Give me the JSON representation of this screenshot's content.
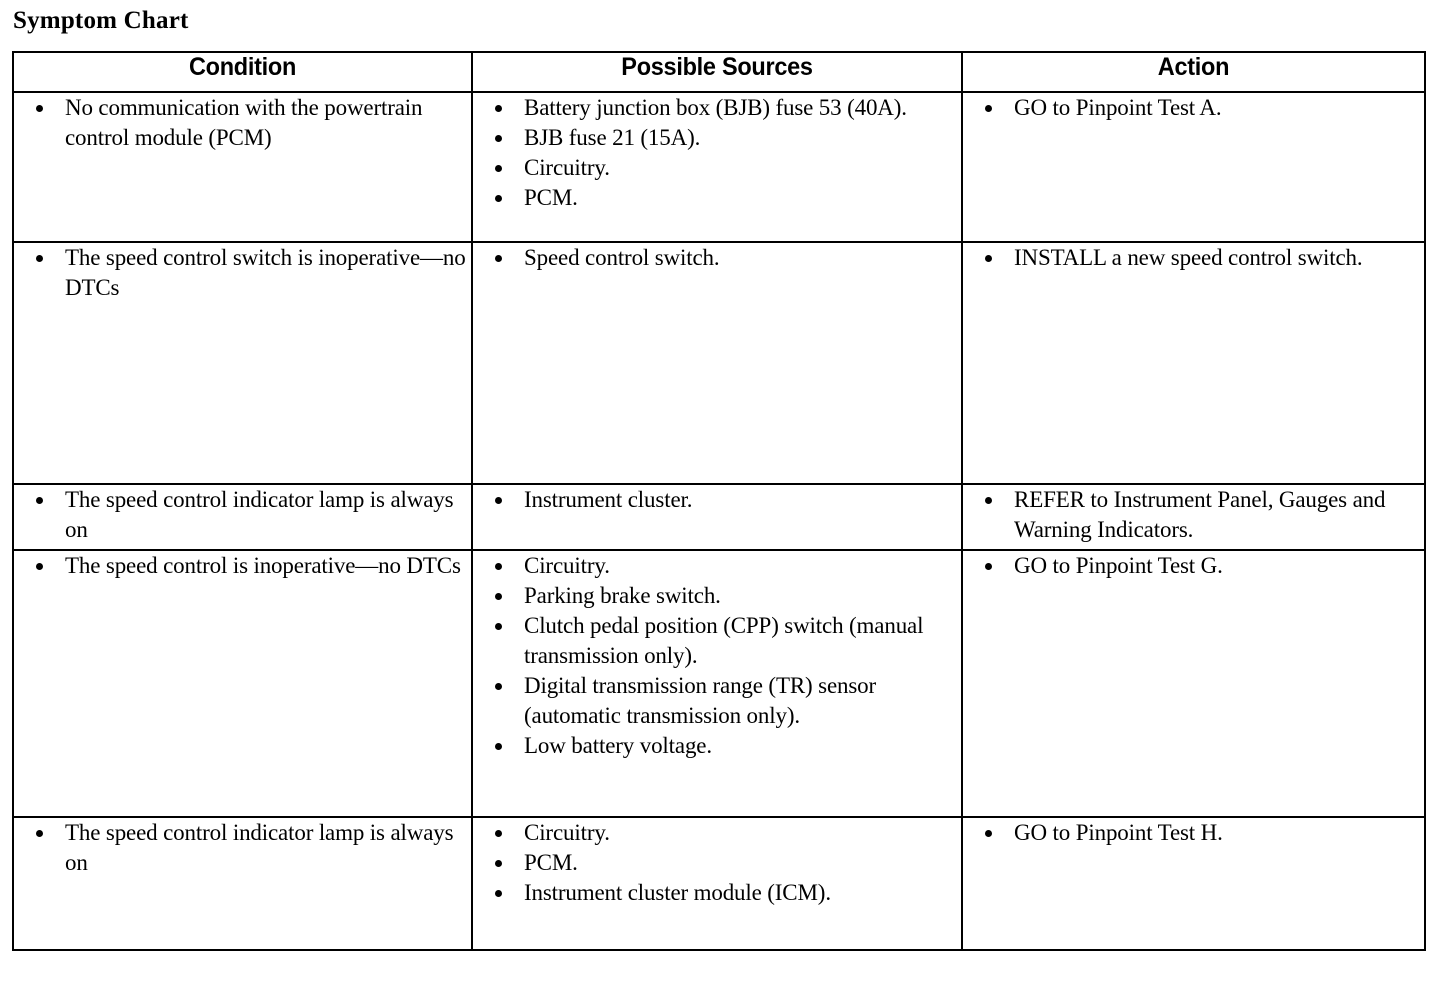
{
  "document": {
    "title": "Symptom Chart"
  },
  "table": {
    "columns": [
      {
        "key": "condition",
        "label": "Condition"
      },
      {
        "key": "sources",
        "label": "Possible Sources"
      },
      {
        "key": "action",
        "label": "Action"
      }
    ],
    "rows": [
      {
        "condition": [
          "No communication with the powertrain control module (PCM)"
        ],
        "sources": [
          "Battery junction box (BJB) fuse 53 (40A).",
          "BJB fuse 21 (15A).",
          "Circuitry.",
          "PCM."
        ],
        "action": [
          "GO to Pinpoint Test A."
        ]
      },
      {
        "condition": [
          "The speed control switch is inoperative—no DTCs"
        ],
        "sources": [
          "Speed control switch."
        ],
        "action": [
          "INSTALL a new speed control switch."
        ]
      },
      {
        "condition": [
          "The speed control indicator lamp is always on"
        ],
        "sources": [
          "Instrument cluster."
        ],
        "action": [
          "REFER to Instrument Panel, Gauges and Warning Indicators."
        ]
      },
      {
        "condition": [
          "The speed control is inoperative—no DTCs"
        ],
        "sources": [
          "Circuitry.",
          "Parking brake switch.",
          "Clutch pedal position (CPP) switch (manual transmission only).",
          "Digital transmission range (TR) sensor (automatic transmission only).",
          "Low battery voltage."
        ],
        "action": [
          "GO to Pinpoint Test G."
        ]
      },
      {
        "condition": [
          "The speed control indicator lamp is always on"
        ],
        "sources": [
          "Circuitry.",
          "PCM.",
          "Instrument cluster module (ICM)."
        ],
        "action": [
          "GO to Pinpoint Test H."
        ]
      }
    ]
  }
}
